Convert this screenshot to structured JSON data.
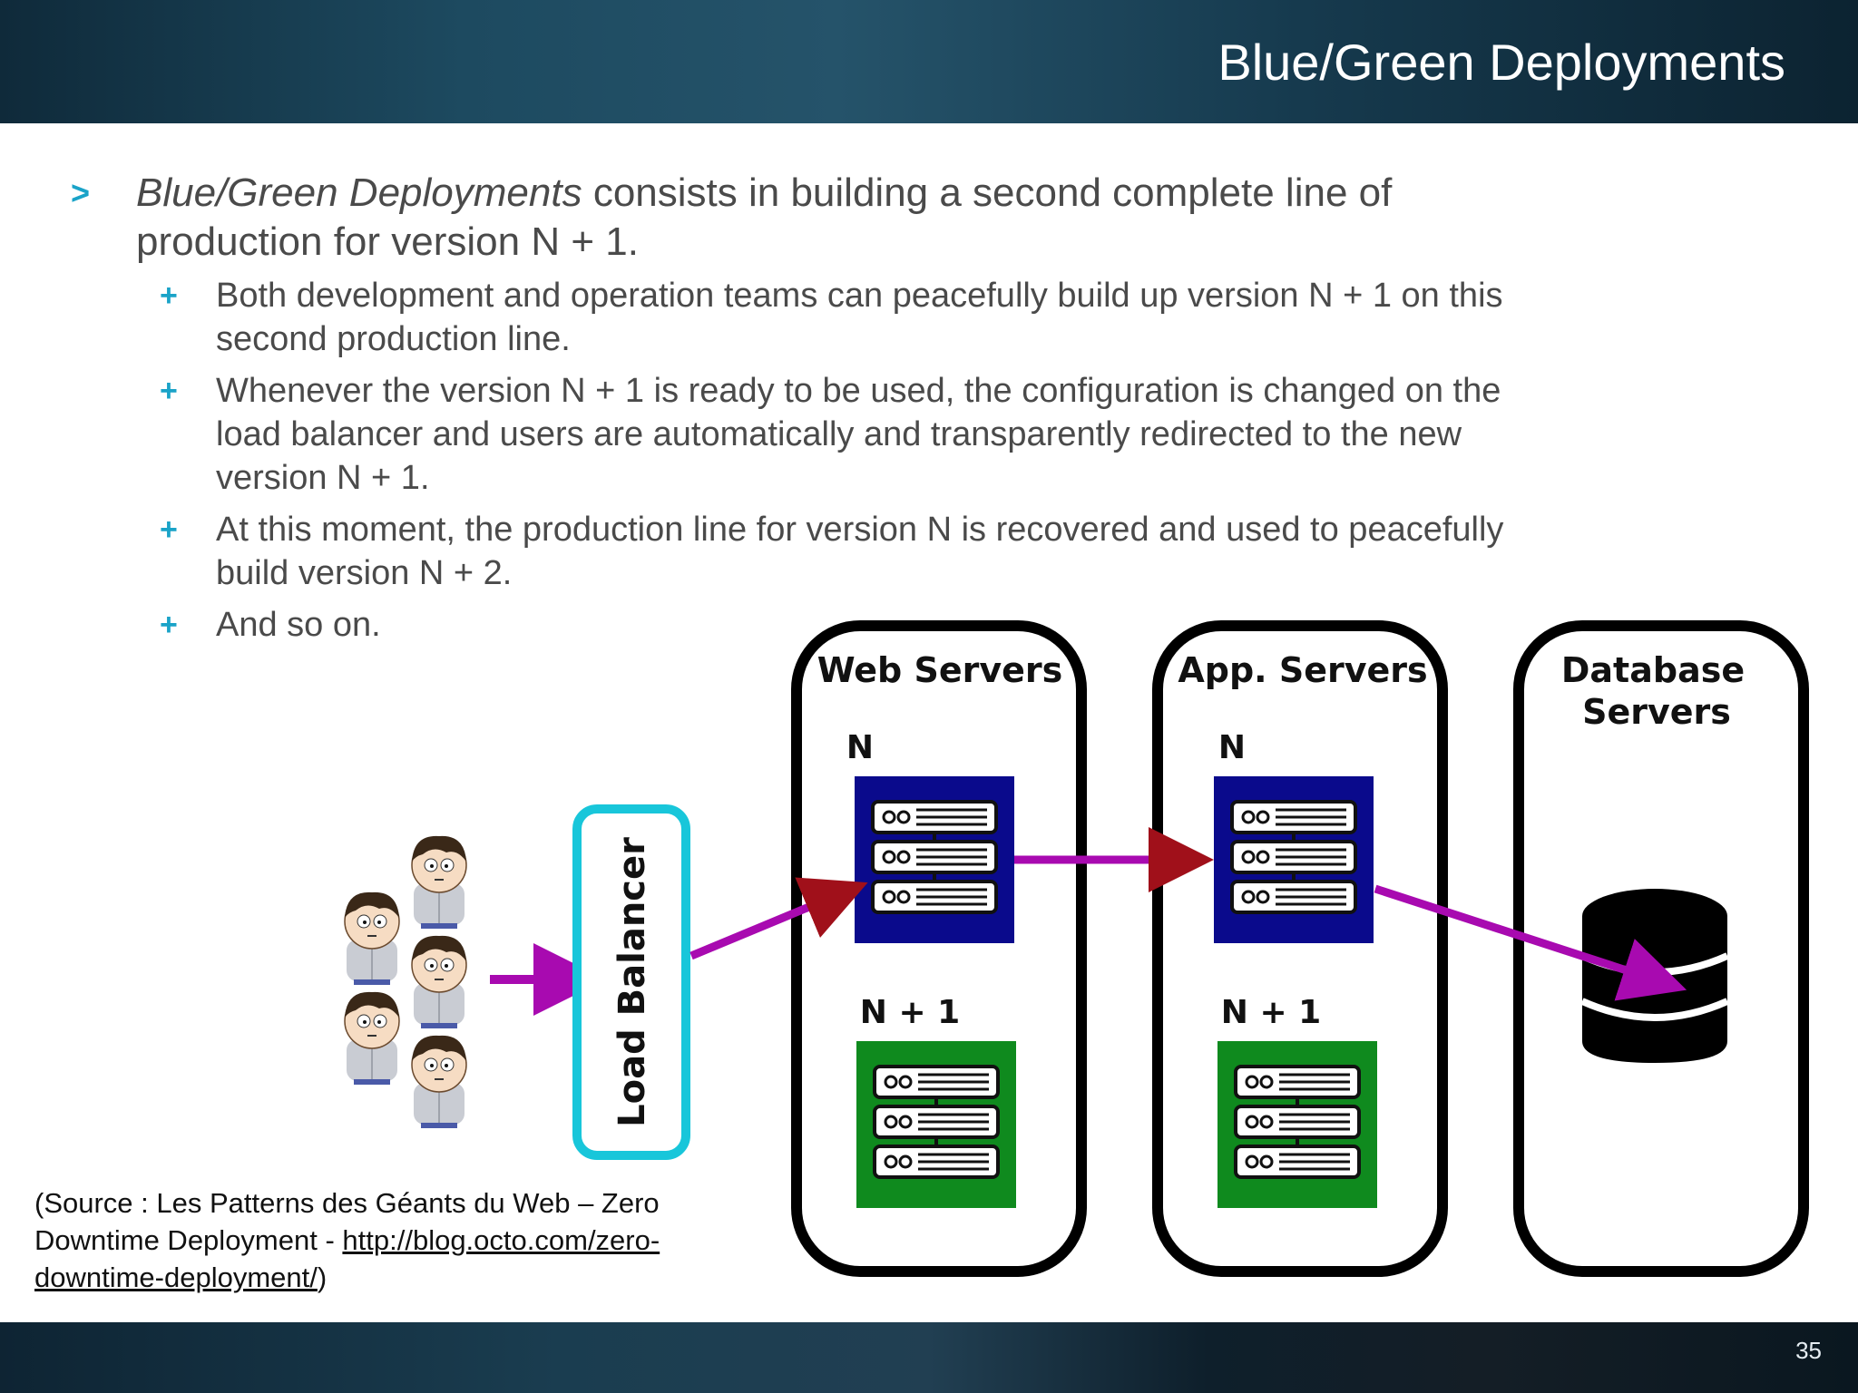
{
  "header": {
    "title": "Blue/Green Deployments"
  },
  "main_bullet": {
    "marker": ">",
    "italic": "Blue/Green Deployments",
    "rest": " consists in building a second complete line of production for version N + 1."
  },
  "sub_bullets": [
    {
      "marker": "+",
      "text": "Both development and operation teams can peacefully build up version N + 1 on this second production line."
    },
    {
      "marker": "+",
      "text": "Whenever the version N + 1 is ready to be used, the configuration is changed on the load balancer and users are automatically and transparently redirected to the new version N + 1."
    },
    {
      "marker": "+",
      "text": "At this moment, the production line for version N is recovered and used to peacefully build version N + 2."
    },
    {
      "marker": "+",
      "text": "And so on."
    }
  ],
  "diagram": {
    "load_balancer": "Load Balancer",
    "web_servers": "Web Servers",
    "app_servers": "App. Servers",
    "db_line1": "Database",
    "db_line2": "Servers",
    "version_n": "N",
    "version_n1": "N + 1",
    "colors": {
      "blue": "#0a0a8c",
      "green": "#0f8a1e",
      "arrow": "#a80ab0",
      "arrowhead": "#a0101a",
      "lb": "#18c6da"
    }
  },
  "source": {
    "prefix": "(Source : Les Patterns des Géants du Web – Zero Downtime Deployment - ",
    "link": "http://blog.octo.com/zero-downtime-deployment/",
    "suffix": ")"
  },
  "footer": {
    "page_number": "35"
  }
}
